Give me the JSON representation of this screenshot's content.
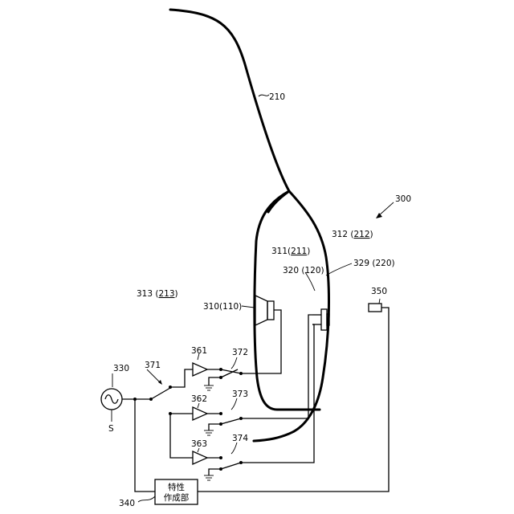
{
  "labels": {
    "r210": "210",
    "r300": "300",
    "r312_prefix": "312 (",
    "r312_u": "212",
    "r312_suffix": ")",
    "r311_prefix": "311(",
    "r311_u": "211",
    "r311_suffix": ")",
    "r329": "329 (220)",
    "r320": "320 (120)",
    "r313_prefix": "313 (",
    "r313_u": "213",
    "r313_suffix": ")",
    "r310": "310(110)",
    "r350": "350",
    "r361": "361",
    "r372": "372",
    "r330": "330",
    "r371": "371",
    "r373": "373",
    "r362": "362",
    "rS": "S",
    "r374": "374",
    "r363": "363",
    "r340": "340",
    "box_line1": "特性",
    "box_line2": "作成部"
  }
}
